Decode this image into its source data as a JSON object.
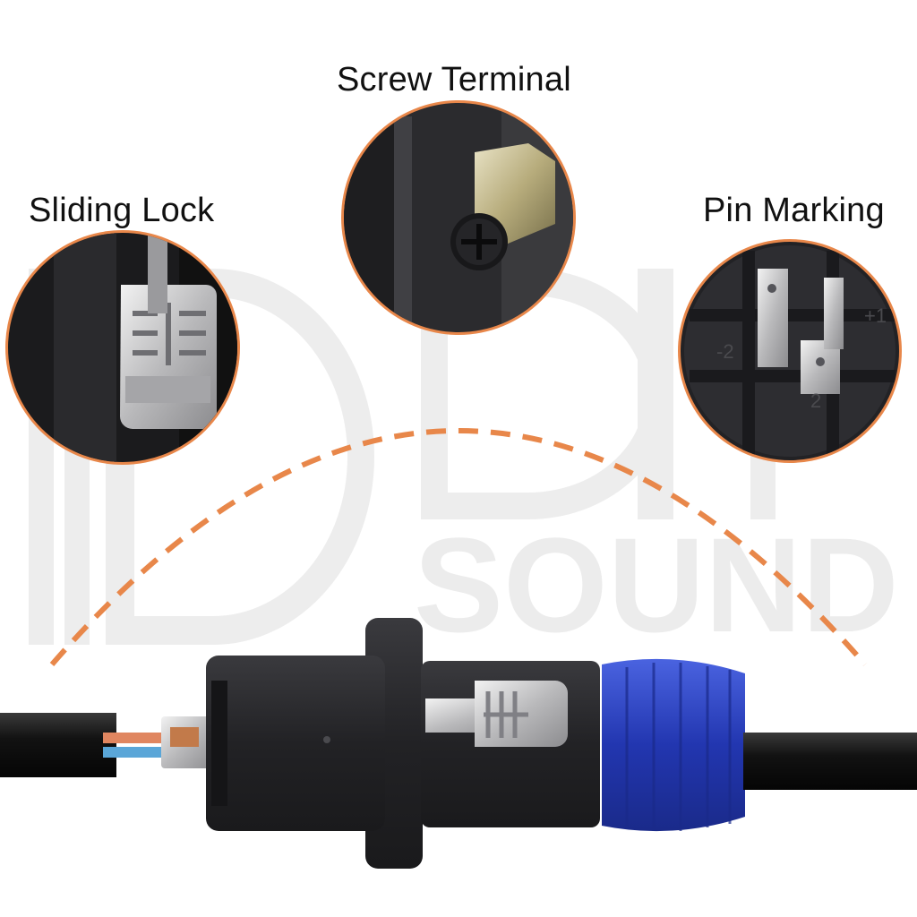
{
  "callouts": {
    "screw_terminal": "Screw Terminal",
    "sliding_lock": "Sliding Lock",
    "pin_marking": "Pin Marking"
  },
  "watermark": {
    "text": "SOUND",
    "logo_letters": "DDI"
  },
  "pin_labels": [
    "+1",
    "-2",
    "2"
  ],
  "colors": {
    "accent_orange": "#e8874a",
    "connector_body": "#2a2a2d",
    "locking_ring_blue": "#2a3fb8",
    "cable_black": "#151515",
    "metal": "#c8c8c8"
  }
}
